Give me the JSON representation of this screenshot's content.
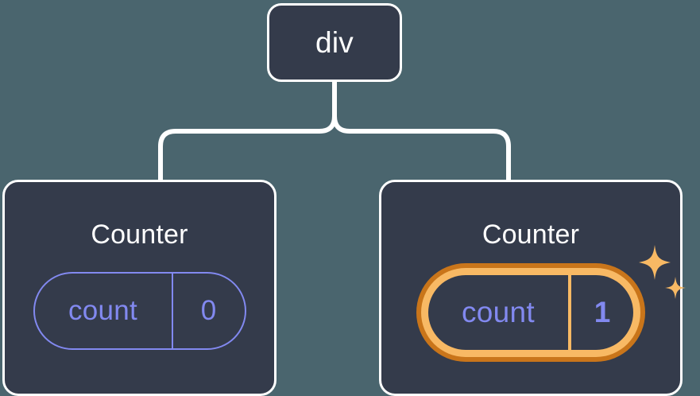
{
  "diagram": {
    "type": "component-tree",
    "background_color": "#4a656e",
    "node_fill": "#343b4b",
    "node_border": "#ffffff",
    "accent_state": "#8289f0",
    "highlight_outer": "#c9751a",
    "highlight_inner": "#f8b964",
    "sparkle_color": "#f8b964"
  },
  "root": {
    "label": "div"
  },
  "children": [
    {
      "title": "Counter",
      "state": {
        "key": "count",
        "value": "0"
      },
      "highlighted": false
    },
    {
      "title": "Counter",
      "state": {
        "key": "count",
        "value": "1"
      },
      "highlighted": true,
      "sparkle_labels": [
        "sparkle-large",
        "sparkle-small"
      ]
    }
  ],
  "edges": [
    {
      "from": "div",
      "to": "Counter-left"
    },
    {
      "from": "div",
      "to": "Counter-right"
    }
  ]
}
